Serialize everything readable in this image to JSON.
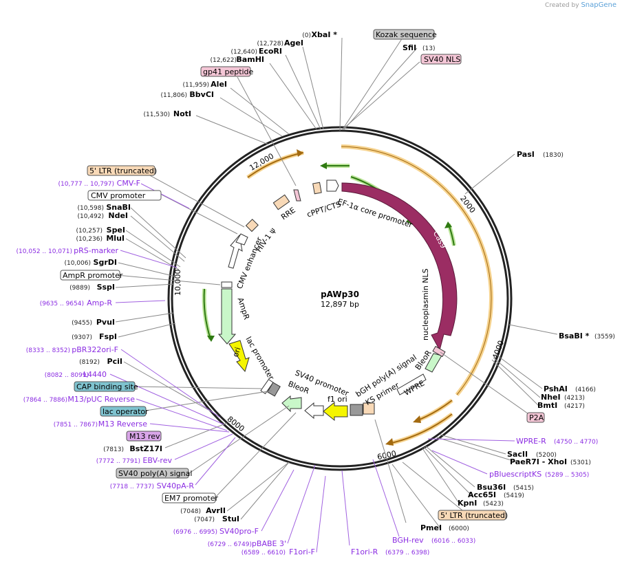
{
  "brand": {
    "created_by": "Created by",
    "name": "SnapGene"
  },
  "plasmid": {
    "name": "pAWp30",
    "size": "12,897 bp"
  },
  "ring_ticks": [
    "2000",
    "4000",
    "6000",
    "8000",
    "10,000",
    "12,000"
  ],
  "features": [
    "Cas9",
    "nucleoplasmin NLS",
    "BleoR",
    "WPRE",
    "bGH poly(A) signal",
    "f1 ori",
    "SV40 promoter",
    "BleoR",
    "lac promoter",
    "ori",
    "AmpR",
    "CMV enhancer",
    "HIV-1 ψ",
    "RRE",
    "cPPT/CTS",
    "EF-1α core promoter"
  ],
  "enzymes_left": [
    {
      "pos": "(0)",
      "name": "XbaI *"
    },
    {
      "pos": "(12,728)",
      "name": "AgeI"
    },
    {
      "pos": "(12,640)",
      "name": "EcoRI"
    },
    {
      "pos": "(12,622)",
      "name": "BamHI"
    },
    {
      "pos": "(11,959)",
      "name": "AleI"
    },
    {
      "pos": "(11,806)",
      "name": "BbvCI"
    },
    {
      "pos": "(11,530)",
      "name": "NotI"
    },
    {
      "pos": "(10,598)",
      "name": "SnaBI"
    },
    {
      "pos": "(10,492)",
      "name": "NdeI"
    },
    {
      "pos": "(10,257)",
      "name": "SpeI"
    },
    {
      "pos": "(10,236)",
      "name": "MluI"
    },
    {
      "pos": "(10,006)",
      "name": "SgrDI"
    },
    {
      "pos": "(9889)",
      "name": "SspI"
    },
    {
      "pos": "(9455)",
      "name": "PvuI"
    },
    {
      "pos": "(9307)",
      "name": "FspI"
    },
    {
      "pos": "(8192)",
      "name": "PciI"
    },
    {
      "pos": "(7813)",
      "name": "BstZ17I"
    },
    {
      "pos": "(7048)",
      "name": "AvrII"
    },
    {
      "pos": "(7047)",
      "name": "StuI"
    }
  ],
  "enzymes_right": [
    {
      "name": "SfiI",
      "pos": "(13)"
    },
    {
      "name": "PasI",
      "pos": "(1830)"
    },
    {
      "name": "BsaBI *",
      "pos": "(3559)"
    },
    {
      "name": "PshAI",
      "pos": "(4166)"
    },
    {
      "name": "NheI",
      "pos": "(4213)"
    },
    {
      "name": "BmtI",
      "pos": "(4217)"
    },
    {
      "name": "SacII",
      "pos": "(5200)"
    },
    {
      "name": "PaeR7I - XhoI",
      "pos": "(5301)"
    },
    {
      "name": "Bsu36I",
      "pos": "(5415)"
    },
    {
      "name": "Acc65I",
      "pos": "(5419)"
    },
    {
      "name": "KpnI",
      "pos": "(5423)"
    },
    {
      "name": "PmeI",
      "pos": "(6000)"
    }
  ],
  "primers_left": [
    {
      "pos": "(10,777 .. 10,797)",
      "name": "CMV-F"
    },
    {
      "pos": "(10,052 .. 10,071)",
      "name": "pRS-marker"
    },
    {
      "pos": "(9635 .. 9654)",
      "name": "Amp-R"
    },
    {
      "pos": "(8333 .. 8352)",
      "name": "pBR322ori-F"
    },
    {
      "pos": "(8082 .. 8099)",
      "name": "L4440"
    },
    {
      "pos": "(7864 .. 7886)",
      "name": "M13/pUC Reverse"
    },
    {
      "pos": "(7851 .. 7867)",
      "name": "M13 Reverse"
    },
    {
      "pos": "(7772 .. 7791)",
      "name": "EBV-rev"
    },
    {
      "pos": "(7718 .. 7737)",
      "name": "SV40pA-R"
    },
    {
      "pos": "(6976 .. 6995)",
      "name": "SV40pro-F"
    },
    {
      "pos": "(6729 .. 6749)",
      "name": "pBABE 3'"
    },
    {
      "pos": "(6589 .. 6610)",
      "name": "F1ori-F"
    }
  ],
  "primers_right": [
    {
      "name": "WPRE-R",
      "pos": "(4750 .. 4770)"
    },
    {
      "name": "pBluescriptKS",
      "pos": "(5289 .. 5305)"
    },
    {
      "name": "BGH-rev",
      "pos": "(6016 .. 6033)"
    },
    {
      "name": "F1ori-R",
      "pos": "(6379 .. 6398)"
    }
  ],
  "boxed_labels": {
    "kozak": "Kozak sequence",
    "sv40nls": "SV40 NLS",
    "gp41": "gp41 peptide",
    "ltr5_top": "5' LTR (truncated)",
    "cmv_promoter": "CMV promoter",
    "ampr_promoter": "AmpR promoter",
    "cap": "CAP binding site",
    "lac_operator": "lac operator",
    "m13rev": "M13 rev",
    "sv40polya": "SV40 poly(A) signal",
    "em7": "EM7 promoter",
    "p2a": "P2A",
    "ltr5_bottom": "5' LTR (truncated)",
    "ks_primer": "KS primer"
  },
  "colors": {
    "cas9": "#9b2d63",
    "ori": "#f5f500",
    "ampr": "#c9f7c9",
    "ltr": "#f6a542",
    "pink": "#f4c6d6",
    "gray": "#c8c8c8",
    "teal": "#7fc3cf",
    "violet": "#8a2be2"
  }
}
